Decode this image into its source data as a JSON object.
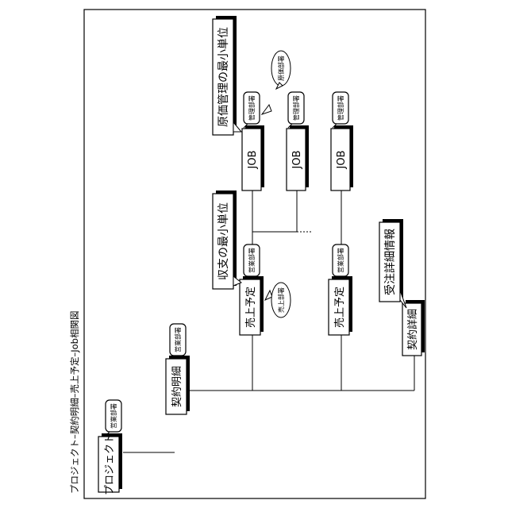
{
  "diagram": {
    "title": "プロジェクト–契約明細–売上予定–Job相関図",
    "boxes": {
      "project": "プロジェクト",
      "contract_detail": "契約明細",
      "sales_plan_1": "売上予定",
      "sales_plan_2": "売上予定",
      "job_1": "JOB",
      "job_2": "JOB",
      "job_3": "JOB",
      "order_detail": "契約詳細"
    },
    "tags": {
      "project_dept": "営業部署",
      "contract_dept": "営業部署",
      "sales1_dept": "営業部署",
      "sales2_dept": "営業部署",
      "job1_dept": "管理部署",
      "job2_dept": "管理部署",
      "job3_dept": "管理部署"
    },
    "bubbles": {
      "sales_dept": "売上部署",
      "cost_dept": "原価部署"
    },
    "callouts": {
      "cost_unit": "原価管理の最小単位",
      "balance_unit": "収支の最小単位",
      "order_info": "受注詳細情報"
    }
  }
}
